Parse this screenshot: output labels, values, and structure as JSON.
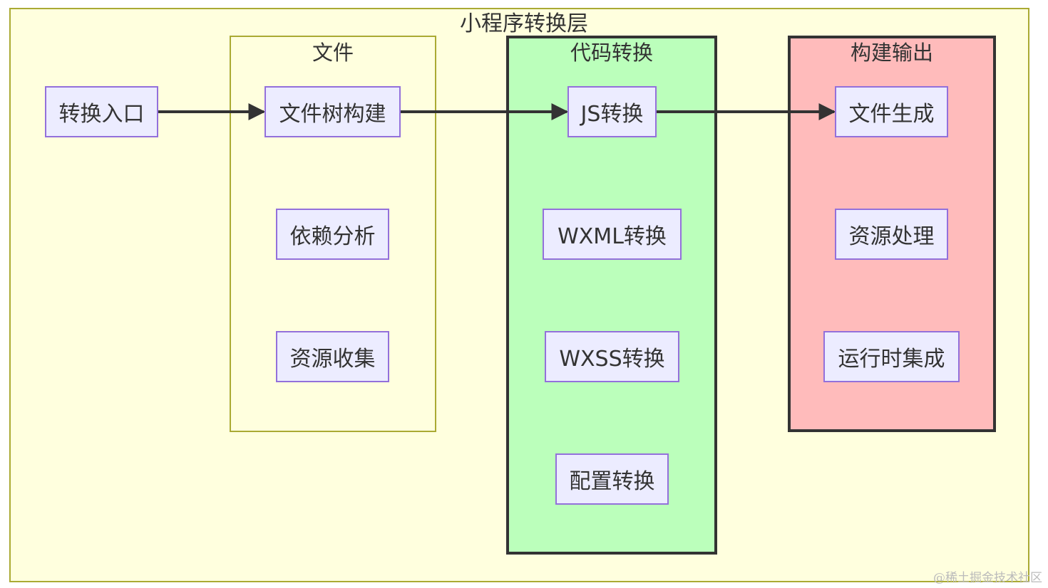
{
  "diagram": {
    "outer_title": "小程序转换层",
    "groups": {
      "file": {
        "title": "文件"
      },
      "code": {
        "title": "代码转换"
      },
      "build": {
        "title": "构建输出"
      }
    },
    "nodes": {
      "entry": "转换入口",
      "file_tree": "文件树构建",
      "dependency": "依赖分析",
      "resource_collect": "资源收集",
      "js": "JS转换",
      "wxml": "WXML转换",
      "wxss": "WXSS转换",
      "config": "配置转换",
      "file_gen": "文件生成",
      "resource_process": "资源处理",
      "runtime": "运行时集成"
    },
    "edges": [
      {
        "from": "entry",
        "to": "file_tree"
      },
      {
        "from": "file_tree",
        "to": "js"
      },
      {
        "from": "js",
        "to": "file_gen"
      }
    ],
    "colors": {
      "outer_fill": "#ffffde",
      "outer_stroke": "#aaaa33",
      "code_fill": "#bbffbb",
      "build_fill": "#ffbbbb",
      "group_stroke": "#333333",
      "node_fill": "#ececff",
      "node_stroke": "#9370db",
      "edge": "#333333"
    }
  },
  "watermark": "@稀土掘金技术社区"
}
